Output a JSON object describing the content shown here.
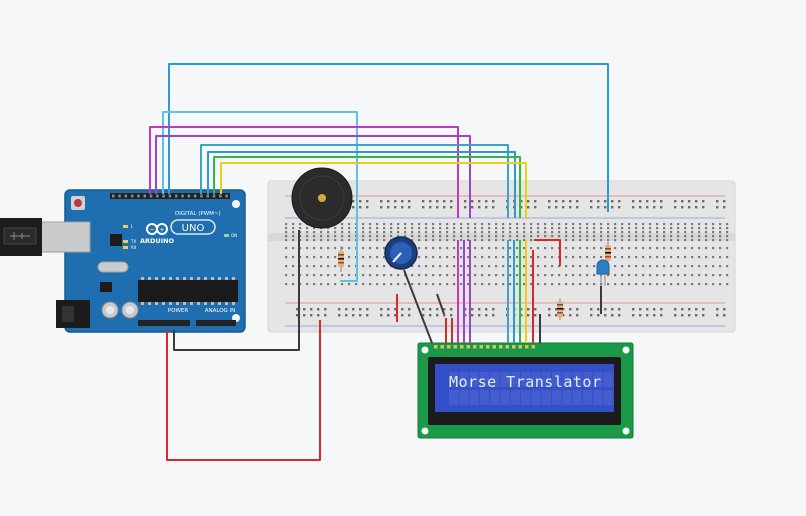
{
  "arduino": {
    "brand": "ARDUINO",
    "model": "UNO",
    "digital_label": "DIGITAL (PWM~)",
    "power_label": "POWER",
    "analog_label": "ANALOG IN",
    "tx_label": "TX",
    "rx_label": "RX",
    "l_label": "L",
    "on_label": "ON"
  },
  "lcd": {
    "line1": "Morse Translator",
    "line2": ""
  },
  "colors": {
    "board": "#1f6fb0",
    "breadboard": "#e6e6e6",
    "lcd_pcb": "#1a9a48",
    "lcd_screen": "#3350c8",
    "lcd_text": "#e6ecff",
    "wire_blue": "#2b9bd8",
    "wire_cyan": "#5bc4e0",
    "wire_magenta": "#c03ac0",
    "wire_purple": "#9b45c8",
    "wire_teal": "#3aa6c6",
    "wire_green": "#3ab24a",
    "wire_yellow": "#e4d21a",
    "wire_red": "#d42a2a",
    "wire_black": "#3a3a3a"
  },
  "icons": [
    "usb-connector",
    "power-jack",
    "reset-button",
    "piezo-buzzer",
    "potentiometer",
    "led",
    "resistor"
  ]
}
